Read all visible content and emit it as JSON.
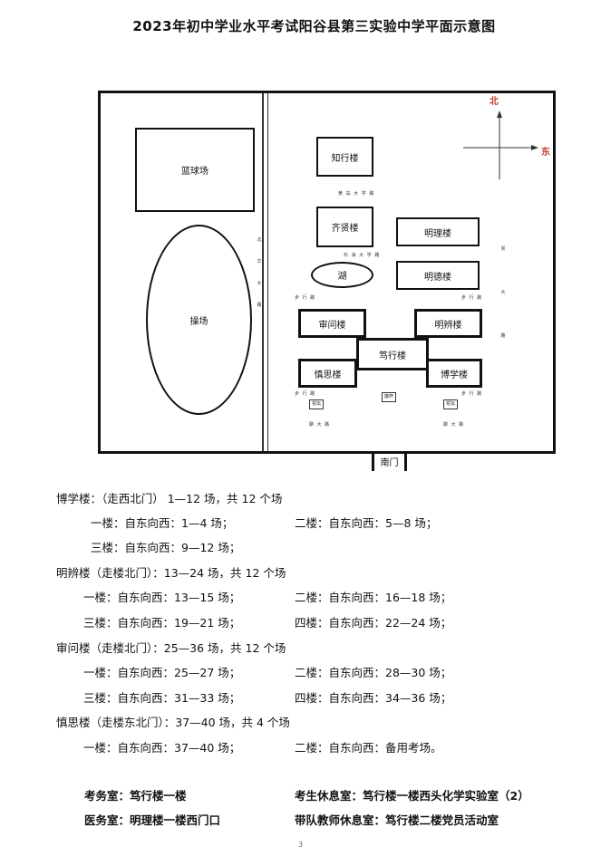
{
  "title": "2023年初中学业水平考试阳谷县第三实验中学平面示意图",
  "compass": {
    "north": "北",
    "east": "东"
  },
  "map": {
    "basketball": "篮球场",
    "playground": "操场",
    "zhixing": "知行楼",
    "qixian": "齐贤楼",
    "mingli": "明理楼",
    "lake": "湖",
    "mingde": "明德楼",
    "shenwen": "审问楼",
    "mingbian": "明辨楼",
    "duxing": "笃行楼",
    "shensi": "慎思楼",
    "boxue": "博学楼",
    "south_gate": "南门",
    "road_huangdao": "黄 岛 大 学 路",
    "road_shiyou": "石 油 大 学 路",
    "road_beihua": [
      "北",
      "华",
      "大",
      "路"
    ],
    "road_zhejiang": [
      "浙",
      "大",
      "路"
    ],
    "road_walk_left": "步 行 路",
    "road_walk_right": "步 行 路",
    "road_walk_left2": "步 行 路",
    "road_walk_right2": "步 行 路",
    "road_liaoda_left": "聊 大 路",
    "road_liaoda_right": "聊 大 路",
    "flower_left": "花坛",
    "flower_center": "旗杆",
    "flower_right": "花坛"
  },
  "schedule": [
    {
      "text": "博学楼：（走西北门）  1—12 场，共 12 个场"
    },
    {
      "a": "一楼：自东向西：1—4 场；",
      "b": "二楼：自东向西：5—8 场；"
    },
    {
      "a": "三楼：自东向西：9—12 场；"
    },
    {
      "text": "明辨楼（走楼北门）：13—24 场，共 12 个场"
    },
    {
      "a": "一楼：自东向西：13—15 场；",
      "b": "二楼：自东向西：16—18 场；"
    },
    {
      "a": "三楼：自东向西：19—21 场；",
      "b": "四楼：自东向西：22—24 场；"
    },
    {
      "text": "审问楼（走楼北门）：25—36 场，共 12 个场"
    },
    {
      "a": "一楼：自东向西：25—27 场；",
      "b": "二楼：自东向西：28—30 场；"
    },
    {
      "a": "三楼：自东向西：31—33 场；",
      "b": "四楼：自东向西：34—36 场；"
    },
    {
      "text": "慎思楼（走楼东北门）：37—40 场，共 4 个场"
    },
    {
      "a": "一楼：自东向西：37—40 场；",
      "b": "二楼：自东向西：备用考场。"
    }
  ],
  "footer": {
    "exam_office": "考务室：笃行楼一楼",
    "rest_room": "考生休息室：笃行楼一楼西头化学实验室（2）",
    "clinic": "医务室：明理楼一楼西门口",
    "teacher_room": "带队教师休息室：笃行楼二楼党员活动室"
  },
  "page_number": "3"
}
